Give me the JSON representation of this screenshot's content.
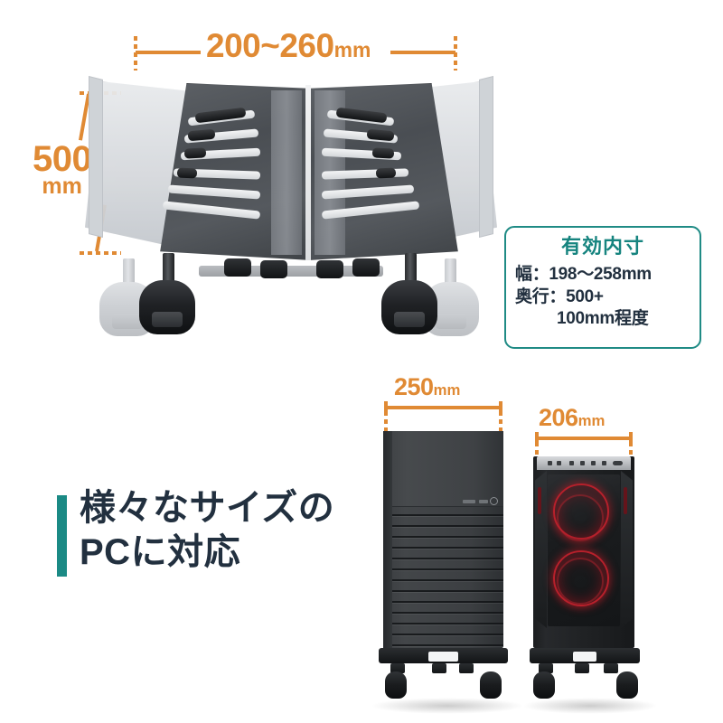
{
  "dimensions": {
    "stand_width": {
      "value": "200~260",
      "unit": "mm"
    },
    "stand_depth": {
      "value": "500",
      "unit": "mm"
    },
    "tower_business_width": {
      "value": "250",
      "unit": "mm"
    },
    "tower_gaming_width": {
      "value": "206",
      "unit": "mm"
    }
  },
  "info_box": {
    "title": "有効内寸",
    "line1": "幅：198〜258mm",
    "line2": "奥行：500+",
    "line3": "100mm程度"
  },
  "headline": {
    "line1": "様々なサイズの",
    "line2": "PCに対応"
  },
  "colors": {
    "accent_orange": "#E08A34",
    "accent_teal": "#16847F",
    "headline_navy": "#22303F",
    "rgb_red": "#B7212C"
  },
  "icons": {
    "stand": "pc-stand-illustration",
    "business_tower": "business-pc-tower",
    "gaming_tower": "gaming-pc-tower",
    "caster": "caster-wheel"
  }
}
